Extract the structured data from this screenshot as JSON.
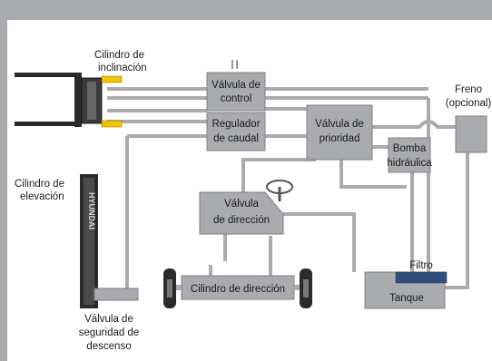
{
  "labels": {
    "tilt_cylinder": [
      "Cilindro de",
      "inclinación"
    ],
    "lift_cylinder": [
      "Cilindro de",
      "elevación"
    ],
    "control_valve": [
      "Válvula de",
      "control"
    ],
    "flow_regulator": [
      "Regulador",
      "de caudal"
    ],
    "priority_valve": [
      "Válvula de",
      "prioridad"
    ],
    "brake": [
      "Freno",
      "(opcional)"
    ],
    "hydraulic_pump": [
      "Bomba",
      "hidráulica"
    ],
    "steering_valve": [
      "Válvula",
      "de dirección"
    ],
    "steering_cylinder": "Cilindro de dirección",
    "filter": "Filtro",
    "tank": "Tanque",
    "lowering_safety_valve": [
      "Válvula de",
      "seguridad de",
      "descenso"
    ],
    "mast_brand": "HYUNDAI"
  },
  "colors": {
    "frame": "#a9abae",
    "background": "#ffffff",
    "component": "#a9abae",
    "pipe": "#a9abae",
    "cylinder_accent": "#f2c400",
    "machine_dark": "#2b2b2b"
  },
  "icons": {
    "forks": "forklift-fork-icon",
    "steering_wheel": "steering-wheel-icon",
    "wheels": "wheel-icon",
    "mast": "mast-icon"
  }
}
